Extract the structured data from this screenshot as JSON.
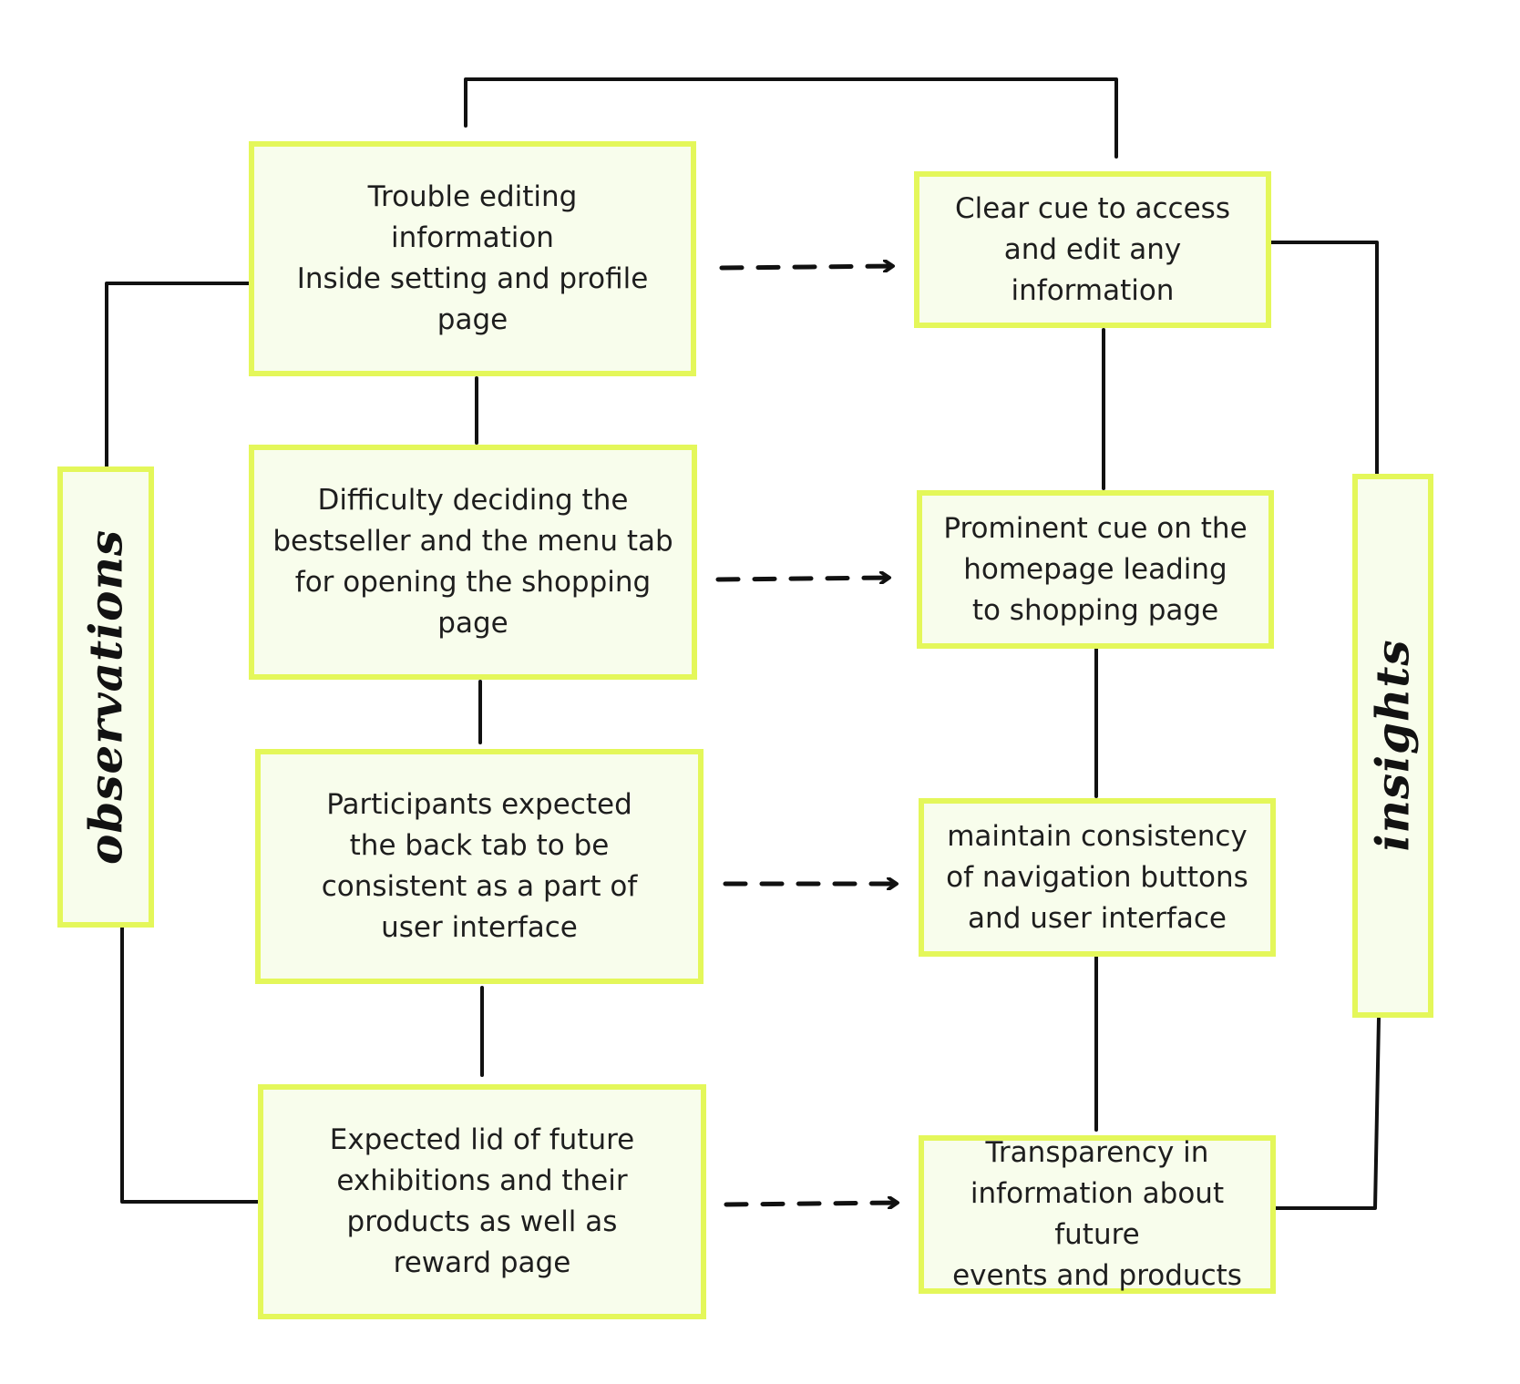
{
  "observations_label": "observations",
  "insights_label": "insights",
  "observations": [
    {
      "text": "Trouble editing\ninformation\nInside setting and profile\npage"
    },
    {
      "text": "Difficulty deciding the\nbestseller and the menu tab\nfor opening the shopping\npage"
    },
    {
      "text": "Participants expected\nthe back tab to be\nconsistent as a part of\nuser interface"
    },
    {
      "text": "Expected lid of future\nexhibitions and their\nproducts as well as\nreward page"
    }
  ],
  "insights": [
    {
      "text": "Clear cue to access\nand edit any\ninformation"
    },
    {
      "text": "Prominent cue on the\nhomepage leading\nto shopping page"
    },
    {
      "text": "maintain consistency\nof navigation buttons\nand user interface"
    },
    {
      "text": "Transparency in\ninformation about future\nevents and products"
    }
  ],
  "colors": {
    "box_border": "#e4f75a",
    "box_fill": "#f8fdec",
    "line": "#111111"
  }
}
